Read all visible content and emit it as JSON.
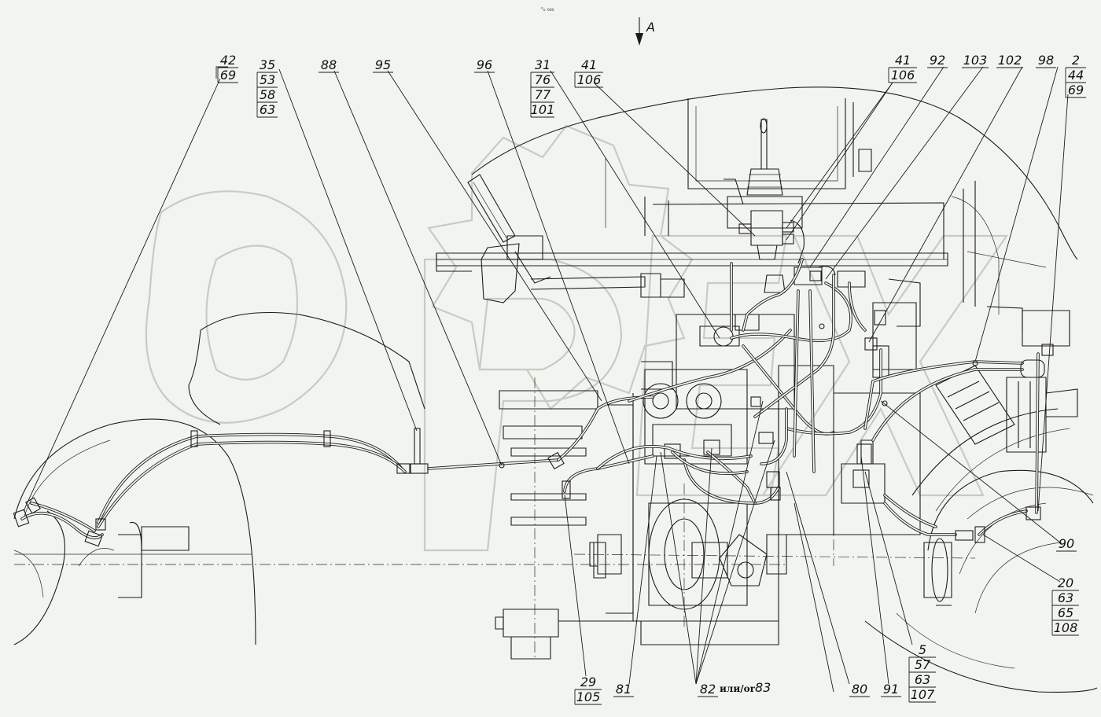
{
  "title_mark": "⁰ₒ ₀₀₀",
  "view": {
    "label": "A"
  },
  "callouts_top": [
    {
      "id": "c42",
      "parts": [
        "42",
        "69"
      ]
    },
    {
      "id": "c35",
      "parts": [
        "35",
        "53",
        "58",
        "63"
      ]
    },
    {
      "id": "c88",
      "parts": [
        "88"
      ]
    },
    {
      "id": "c95",
      "parts": [
        "95"
      ]
    },
    {
      "id": "c96",
      "parts": [
        "96"
      ]
    },
    {
      "id": "c31",
      "parts": [
        "31",
        "76",
        "77",
        "101"
      ]
    },
    {
      "id": "c41a",
      "parts": [
        "41",
        "106"
      ]
    },
    {
      "id": "c41b",
      "parts": [
        "41",
        "106"
      ]
    },
    {
      "id": "c92",
      "parts": [
        "92"
      ]
    },
    {
      "id": "c103",
      "parts": [
        "103"
      ]
    },
    {
      "id": "c102",
      "parts": [
        "102"
      ]
    },
    {
      "id": "c98",
      "parts": [
        "98"
      ]
    },
    {
      "id": "c2",
      "parts": [
        "2",
        "44",
        "69"
      ]
    }
  ],
  "callouts_right": [
    {
      "id": "c90",
      "parts": [
        "90"
      ]
    },
    {
      "id": "c20",
      "parts": [
        "20",
        "63",
        "65",
        "108"
      ]
    }
  ],
  "callouts_bottom": [
    {
      "id": "c29",
      "parts": [
        "29",
        "105"
      ]
    },
    {
      "id": "c81",
      "parts": [
        "81"
      ]
    },
    {
      "id": "c82",
      "parts": [
        "82"
      ]
    },
    {
      "id": "c80",
      "parts": [
        "80"
      ]
    },
    {
      "id": "c91",
      "parts": [
        "91"
      ]
    },
    {
      "id": "c5",
      "parts": [
        "5",
        "57",
        "63",
        "107"
      ]
    }
  ],
  "alt_text": {
    "connector": "или/or",
    "alt_part": "83"
  },
  "watermark_text": "OPEX"
}
